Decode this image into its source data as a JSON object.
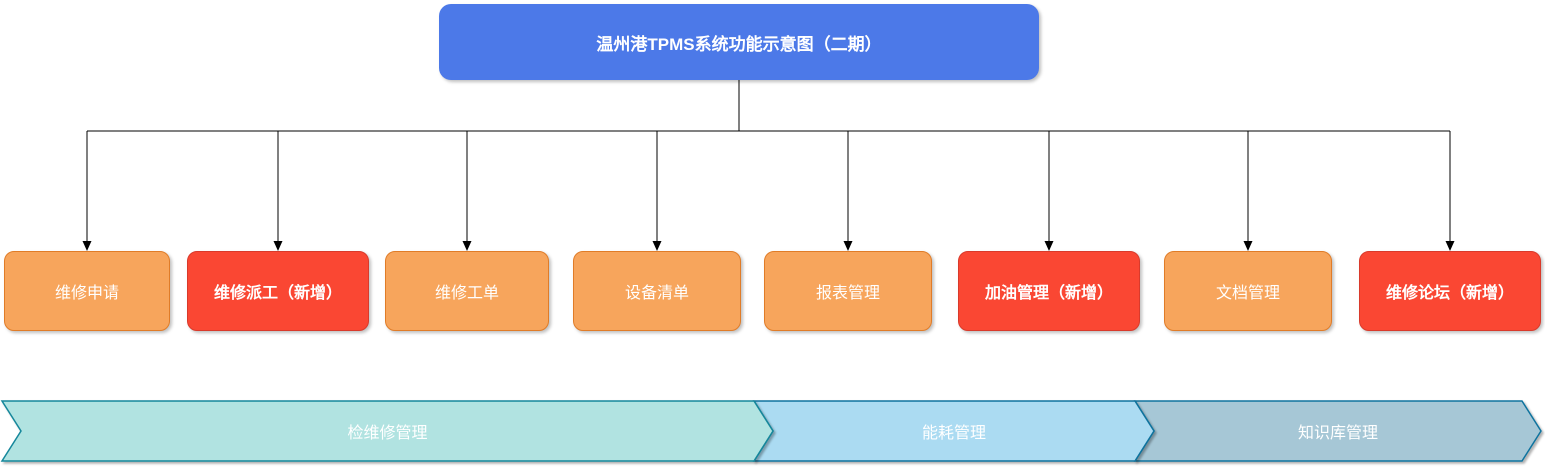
{
  "diagram": {
    "title": "温州港TPMS系统功能示意图（二期）"
  },
  "modules": [
    {
      "label": "维修申请",
      "status": "existing"
    },
    {
      "label": "维修派工（新增）",
      "status": "new"
    },
    {
      "label": "维修工单",
      "status": "existing"
    },
    {
      "label": "设备清单",
      "status": "existing"
    },
    {
      "label": "报表管理",
      "status": "existing"
    },
    {
      "label": "加油管理（新增）",
      "status": "new"
    },
    {
      "label": "文档管理",
      "status": "existing"
    },
    {
      "label": "维修论坛（新增）",
      "status": "new"
    }
  ],
  "lanes": [
    {
      "label": "检维修管理"
    },
    {
      "label": "能耗管理"
    },
    {
      "label": "知识库管理"
    }
  ],
  "colors": {
    "title_fill": "#4C79E8",
    "module_fill": "#F7A55C",
    "module_stroke": "#E07C28",
    "module_new_fill": "#FA4733",
    "module_new_stroke": "#D93A2B",
    "lane_maintenance_fill": "#B1E3E1",
    "lane_maintenance_stroke": "#13879B",
    "lane_energy_fill": "#ABDBF2",
    "lane_energy_stroke": "#10739E",
    "lane_knowledge_fill": "#A6C7D6",
    "lane_knowledge_stroke": "#10739E",
    "connector": "#000000",
    "shape_text": "#FFFFFF"
  }
}
